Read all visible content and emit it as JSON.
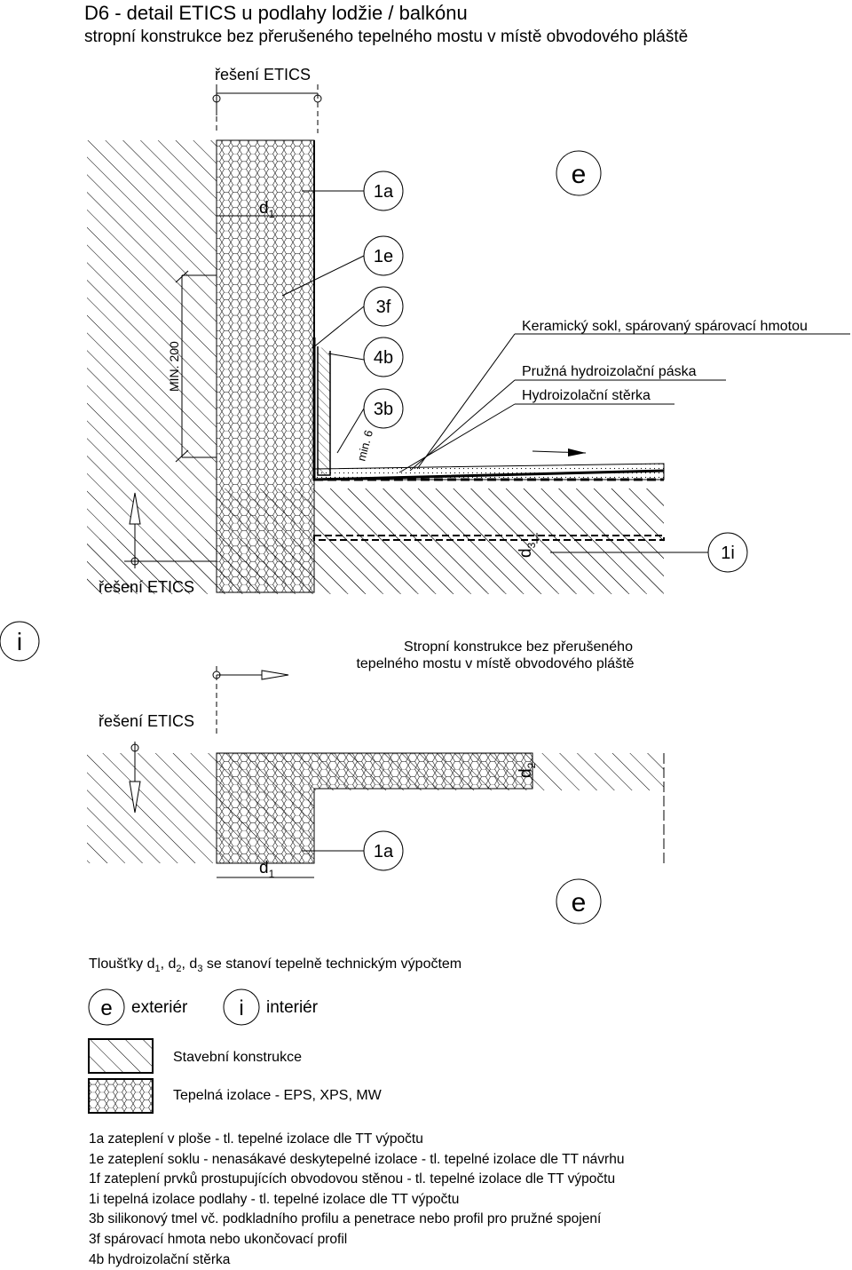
{
  "header": {
    "title": "D6 - detail ETICS u podlahy lodžie / balkónu",
    "subtitle": "stropní konstrukce bez přerušeného tepelného mostu v místě obvodového pláště"
  },
  "section_labels": {
    "etics_top": "řešení ETICS",
    "etics_left": "řešení ETICS",
    "etics_bottom": "řešení ETICS",
    "min200": "MIN. 200",
    "min6": "min. 6"
  },
  "callouts": {
    "c1a_top": "1a",
    "c1e": "1e",
    "c3f": "3f",
    "c4b": "4b",
    "c3b": "3b",
    "c1i": "1i",
    "c1a_bottom": "1a",
    "e_top": "e",
    "i_mid": "i",
    "e_bottom": "e"
  },
  "dims": {
    "d1_top": "d",
    "d1_top_sub": "1",
    "d3": "d",
    "d3_sub": "3",
    "d2": "d",
    "d2_sub": "2",
    "d1_bottom": "d",
    "d1_bottom_sub": "1"
  },
  "annotations": {
    "keramicky": "Keramický sokl, spárovaný spárovací hmotou",
    "pruzna": "Pružná hydroizolační páska",
    "hydro": "Hydroizolační stěrka",
    "stropni_1": "Stropní konstrukce bez přerušeného",
    "stropni_2": "tepelného mostu v místě obvodového pláště"
  },
  "thickness_note": {
    "prefix": "Tloušťky d",
    "s1": "1",
    "c1": ", d",
    "s2": "2",
    "c2": ", d",
    "s3": "3",
    "suffix": " se stanoví tepelně technickým výpočtem"
  },
  "legend": {
    "e_symbol": "e",
    "e_label": "exteriér",
    "i_symbol": "i",
    "i_label": "interiér",
    "structure": "Stavební konstrukce",
    "insulation": "Tepelná izolace - EPS, XPS, MW"
  },
  "notes": [
    "1a zateplení v ploše - tl. tepelné izolace dle TT výpočtu",
    "1e zateplení soklu - nenasákavé deskytepelné izolace -  tl. tepelné izolace dle TT návrhu",
    "1f zateplení prvků prostupujících obvodovou stěnou - tl. tepelné izolace dle TT výpočtu",
    "1i tepelná izolace podlahy - tl. tepelné izolace dle TT výpočtu",
    "3b silikonový tmel vč. podkladního profilu a penetrace nebo profil pro pružné spojení",
    "3f spárovací hmota nebo ukončovací profil",
    "4b hydroizolační stěrka"
  ]
}
